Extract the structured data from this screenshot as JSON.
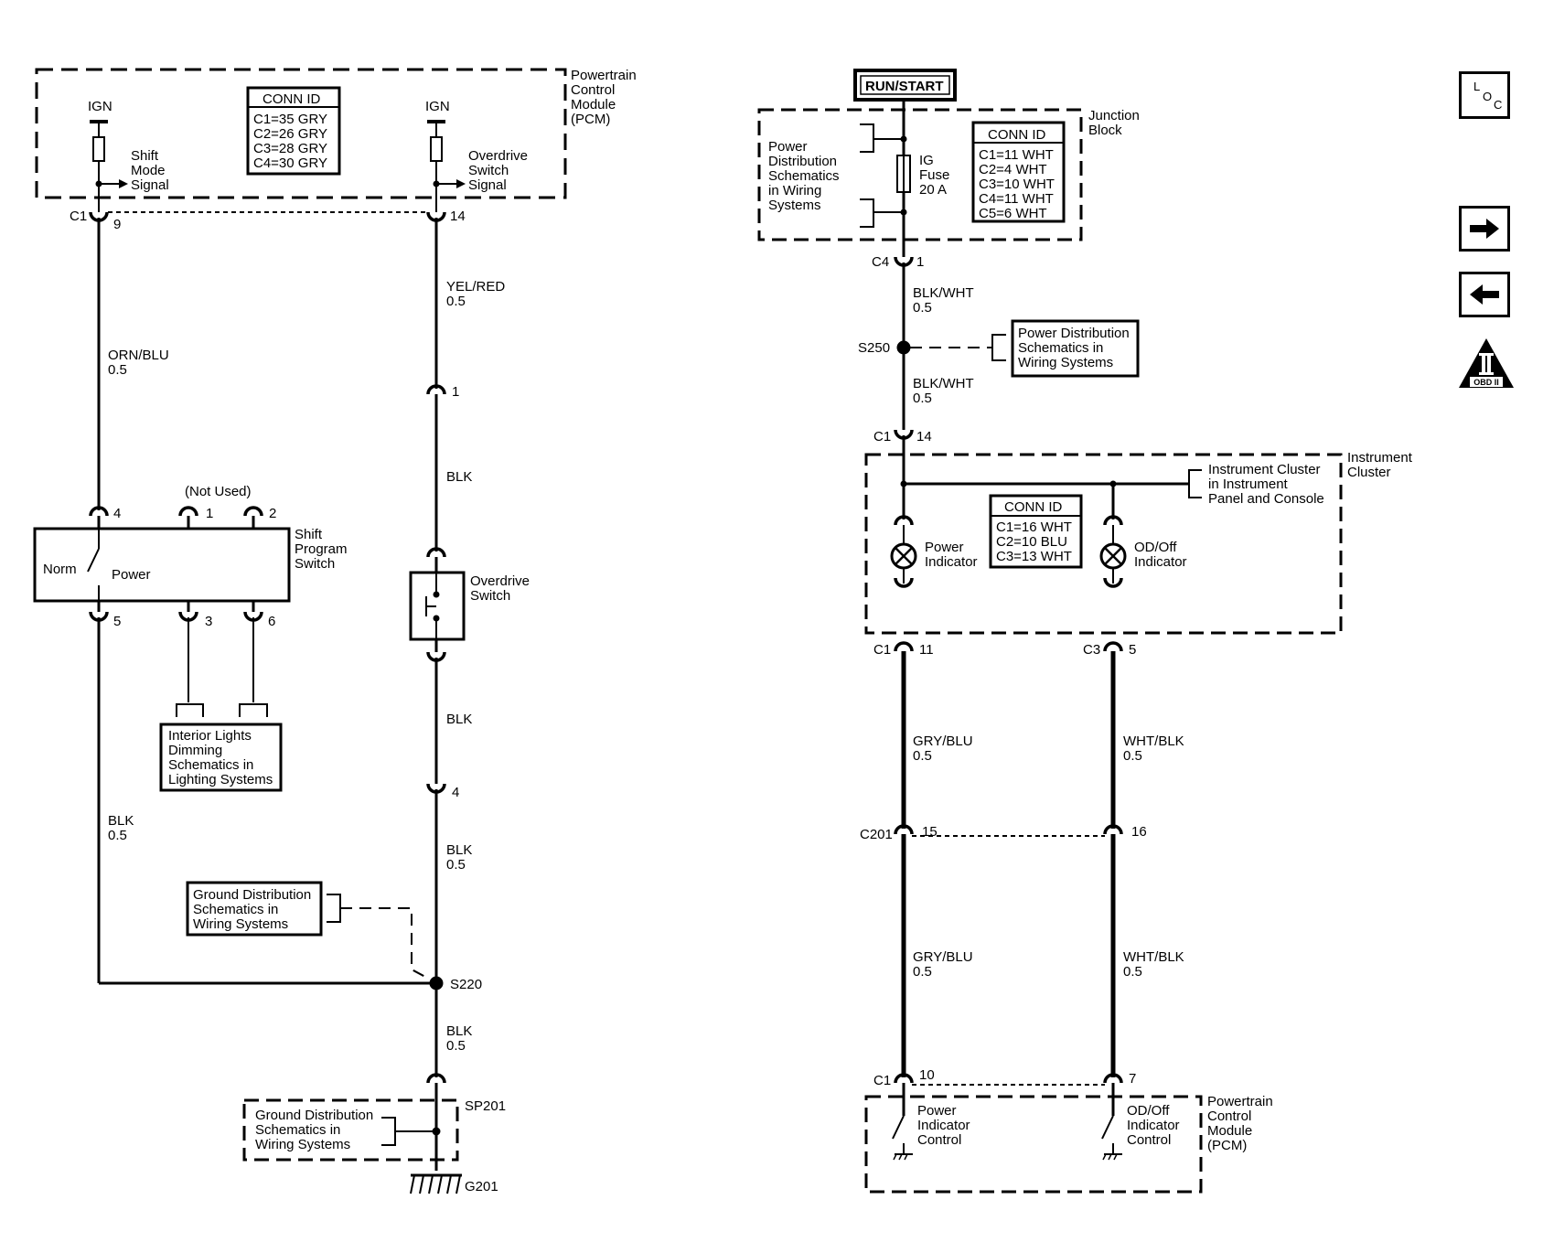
{
  "pcm_top": {
    "title": [
      "Powertrain",
      "Control",
      "Module",
      "(PCM)"
    ],
    "ign_left": "IGN",
    "ign_right": "IGN",
    "shift_mode_signal": [
      "Shift",
      "Mode",
      "Signal"
    ],
    "overdrive_switch_signal": [
      "Overdrive",
      "Switch",
      "Signal"
    ],
    "conn_header": "CONN ID",
    "conn_rows": [
      "C1=35 GRY",
      "C2=26 GRY",
      "C3=28 GRY",
      "C4=30 GRY"
    ],
    "conn_label": "C1",
    "pin_left": "9",
    "pin_right": "14"
  },
  "wires_left": {
    "orn_blu": "ORN/BLU",
    "orn_blu_gauge": "0.5",
    "blk": "BLK",
    "blk_gauge": "0.5"
  },
  "shift_program_switch": {
    "title": [
      "Shift",
      "Program",
      "Switch"
    ],
    "not_used": "(Not Used)",
    "norm": "Norm",
    "power": "Power",
    "pins": [
      "4",
      "1",
      "2",
      "5",
      "3",
      "6"
    ]
  },
  "interior_lights_ref": [
    "Interior Lights",
    "Dimming",
    "Schematics in",
    "Lighting Systems"
  ],
  "wires_mid": {
    "yel_red": "YEL/RED",
    "yel_red_gauge": "0.5",
    "pin_1": "1",
    "blk_a": "BLK",
    "blk_b": "BLK",
    "pin_4": "4",
    "blk_c": "BLK",
    "blk_c_gauge": "0.5",
    "blk_d": "BLK",
    "blk_d_gauge": "0.5"
  },
  "overdrive_switch": [
    "Overdrive",
    "Switch"
  ],
  "ground_ref_1": [
    "Ground Distribution",
    "Schematics in",
    "Wiring Systems"
  ],
  "ground_ref_2": [
    "Ground Distribution",
    "Schematics in",
    "Wiring Systems"
  ],
  "splices": {
    "s220": "S220",
    "sp201": "SP201",
    "g201": "G201"
  },
  "run_start": "RUN/START",
  "junction_block": {
    "title": [
      "Junction",
      "Block"
    ],
    "power_dist_ref": [
      "Power",
      "Distribution",
      "Schematics",
      "in Wiring",
      "Systems"
    ],
    "fuse": [
      "IG",
      "Fuse",
      "20 A"
    ],
    "conn_header": "CONN ID",
    "conn_rows": [
      "C1=11 WHT",
      "C2=4 WHT",
      "C3=10 WHT",
      "C4=11 WHT",
      "C5=6 WHT"
    ],
    "conn_label": "C4",
    "pin": "1"
  },
  "wires_right_upper": {
    "blk_wht_a": "BLK/WHT",
    "gauge_a": "0.5",
    "s250": "S250",
    "blk_wht_b": "BLK/WHT",
    "gauge_b": "0.5",
    "c1": "C1",
    "pin_14": "14"
  },
  "power_dist_ref_2": [
    "Power Distribution",
    "Schematics in",
    "Wiring Systems"
  ],
  "instrument_cluster": {
    "title": [
      "Instrument",
      "Cluster"
    ],
    "ref": [
      "Instrument Cluster",
      "in Instrument",
      "Panel and Console"
    ],
    "conn_header": "CONN ID",
    "conn_rows": [
      "C1=16 WHT",
      "C2=10 BLU",
      "C3=13 WHT"
    ],
    "power_indicator": [
      "Power",
      "Indicator"
    ],
    "od_off_indicator": [
      "OD/Off",
      "Indicator"
    ],
    "c1": "C1",
    "pin_11": "11",
    "c3": "C3",
    "pin_5": "5"
  },
  "wires_right_lower": {
    "gry_blu_a": "GRY/BLU",
    "gauge_a": "0.5",
    "wht_blk_a": "WHT/BLK",
    "gauge_b": "0.5",
    "c201": "C201",
    "pin_15": "15",
    "pin_16": "16",
    "gry_blu_b": "GRY/BLU",
    "gauge_c": "0.5",
    "wht_blk_b": "WHT/BLK",
    "gauge_d": "0.5",
    "c1": "C1",
    "pin_10": "10",
    "pin_7": "7"
  },
  "pcm_bottom": {
    "title": [
      "Powertrain",
      "Control",
      "Module",
      "(PCM)"
    ],
    "power_indicator_control": [
      "Power",
      "Indicator",
      "Control"
    ],
    "od_off_indicator_control": [
      "OD/Off",
      "Indicator",
      "Control"
    ]
  },
  "nav": {
    "loc_letters": [
      "L",
      "O",
      "C"
    ],
    "obd_label": "OBD II",
    "obd_numeral": "II",
    "icons": [
      "loc-icon",
      "arrow-right-icon",
      "arrow-left-icon",
      "obd-ii-icon"
    ]
  }
}
